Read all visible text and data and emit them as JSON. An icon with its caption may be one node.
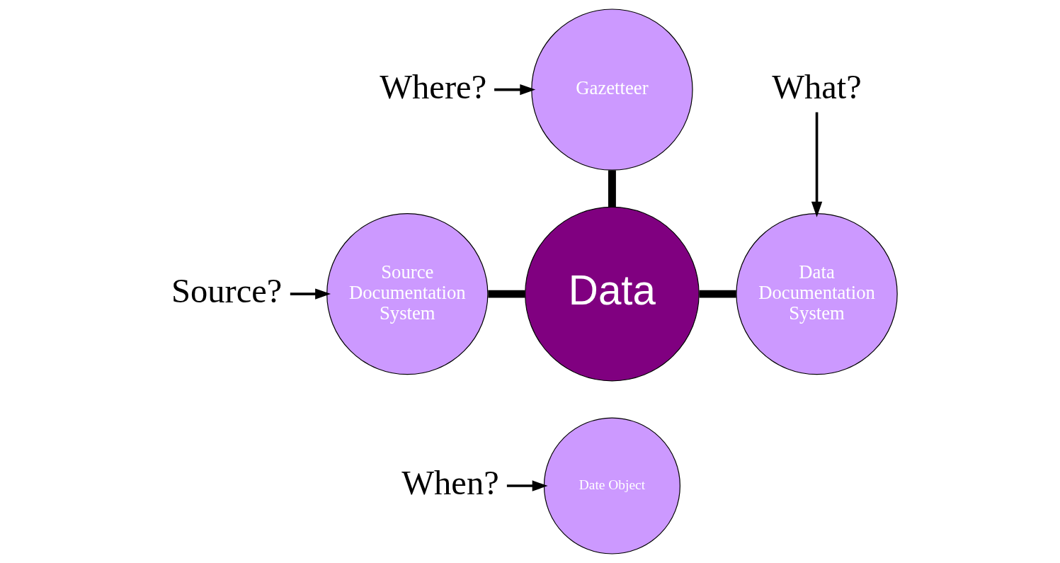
{
  "diagram": {
    "nodes": [
      {
        "text": [
          "Where?"
        ]
      },
      {
        "text": [
          "Gazetteer"
        ]
      },
      {
        "text": [
          "What?"
        ]
      },
      {
        "text": [
          "Source?"
        ]
      },
      {
        "text": [
          "Source Documentation System"
        ]
      },
      {
        "text": [
          "Data"
        ]
      },
      {
        "text": [
          "Data Documentation System"
        ]
      },
      {
        "text": [
          "When?"
        ]
      },
      {
        "text": [
          "Date Object"
        ]
      }
    ],
    "edges": [
      {
        "from": 0,
        "to": 1,
        "arrow": "to"
      },
      {
        "from": 2,
        "to": 6,
        "arrow": "to"
      },
      {
        "from": 3,
        "to": 4,
        "arrow": "to"
      },
      {
        "from": 7,
        "to": 8,
        "arrow": "to"
      },
      {
        "from": 1,
        "to": 5,
        "arrow": "none",
        "style": "thick"
      },
      {
        "from": 4,
        "to": 5,
        "arrow": "none",
        "style": "thick"
      },
      {
        "from": 5,
        "to": 6,
        "arrow": "none",
        "style": "thick"
      }
    ]
  }
}
